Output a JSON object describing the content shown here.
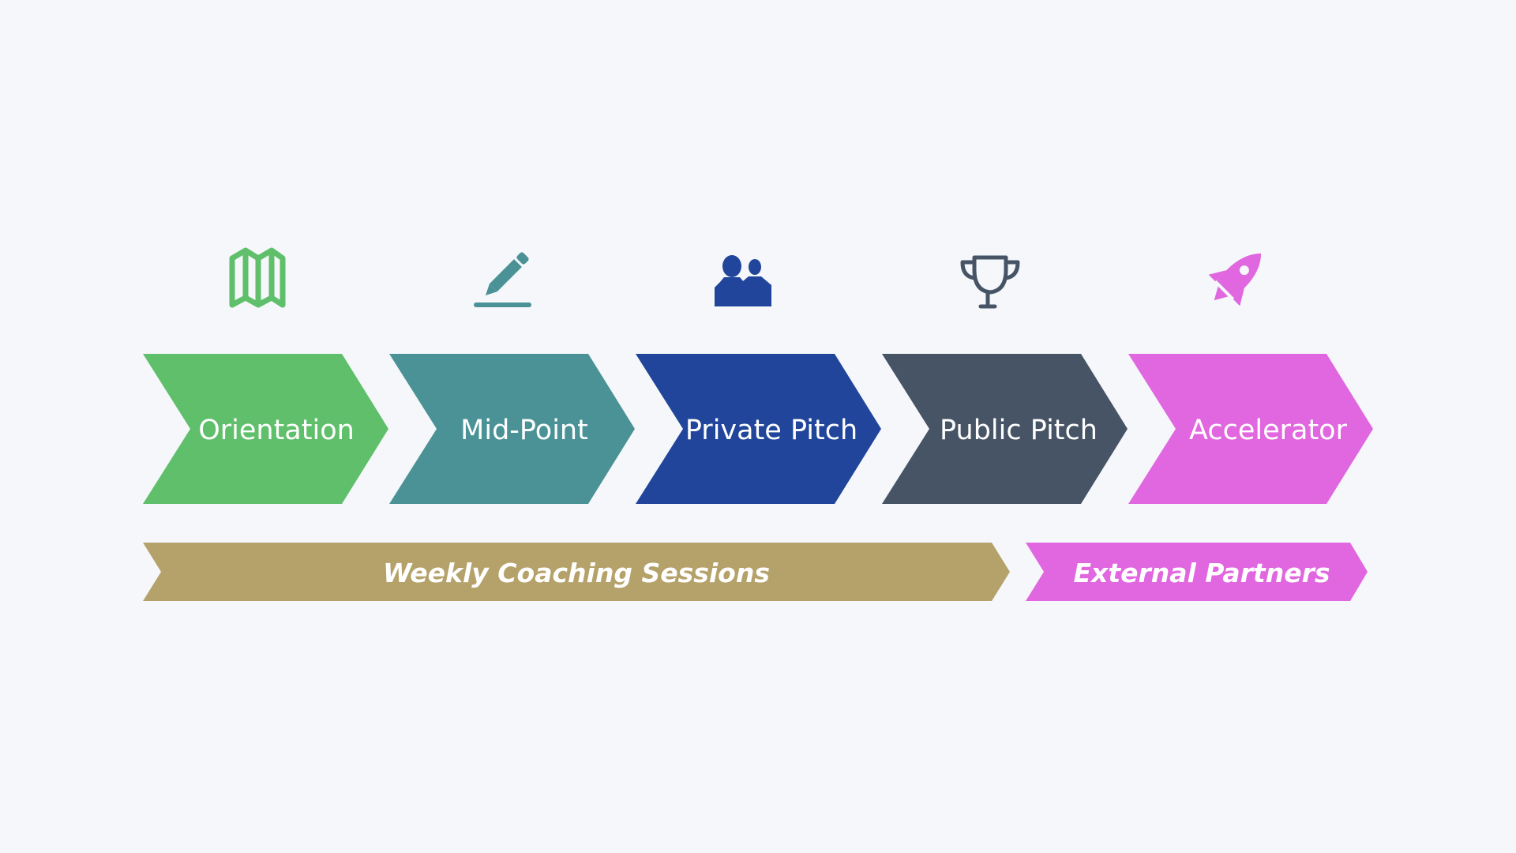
{
  "steps": [
    {
      "label": "Orientation",
      "icon": "map-icon",
      "color": "#5fbf6b"
    },
    {
      "label": "Mid-Point",
      "icon": "pencil-icon",
      "color": "#4a9296"
    },
    {
      "label": "Private Pitch",
      "icon": "users-icon",
      "color": "#20459b"
    },
    {
      "label": "Public Pitch",
      "icon": "trophy-icon",
      "color": "#465466"
    },
    {
      "label": "Accelerator",
      "icon": "rocket-icon",
      "color": "#e067df"
    }
  ],
  "bands": [
    {
      "label": "Weekly Coaching Sessions",
      "color": "#b5a26a"
    },
    {
      "label": "External Partners",
      "color": "#e067df"
    }
  ],
  "background": "#f5f7fa"
}
